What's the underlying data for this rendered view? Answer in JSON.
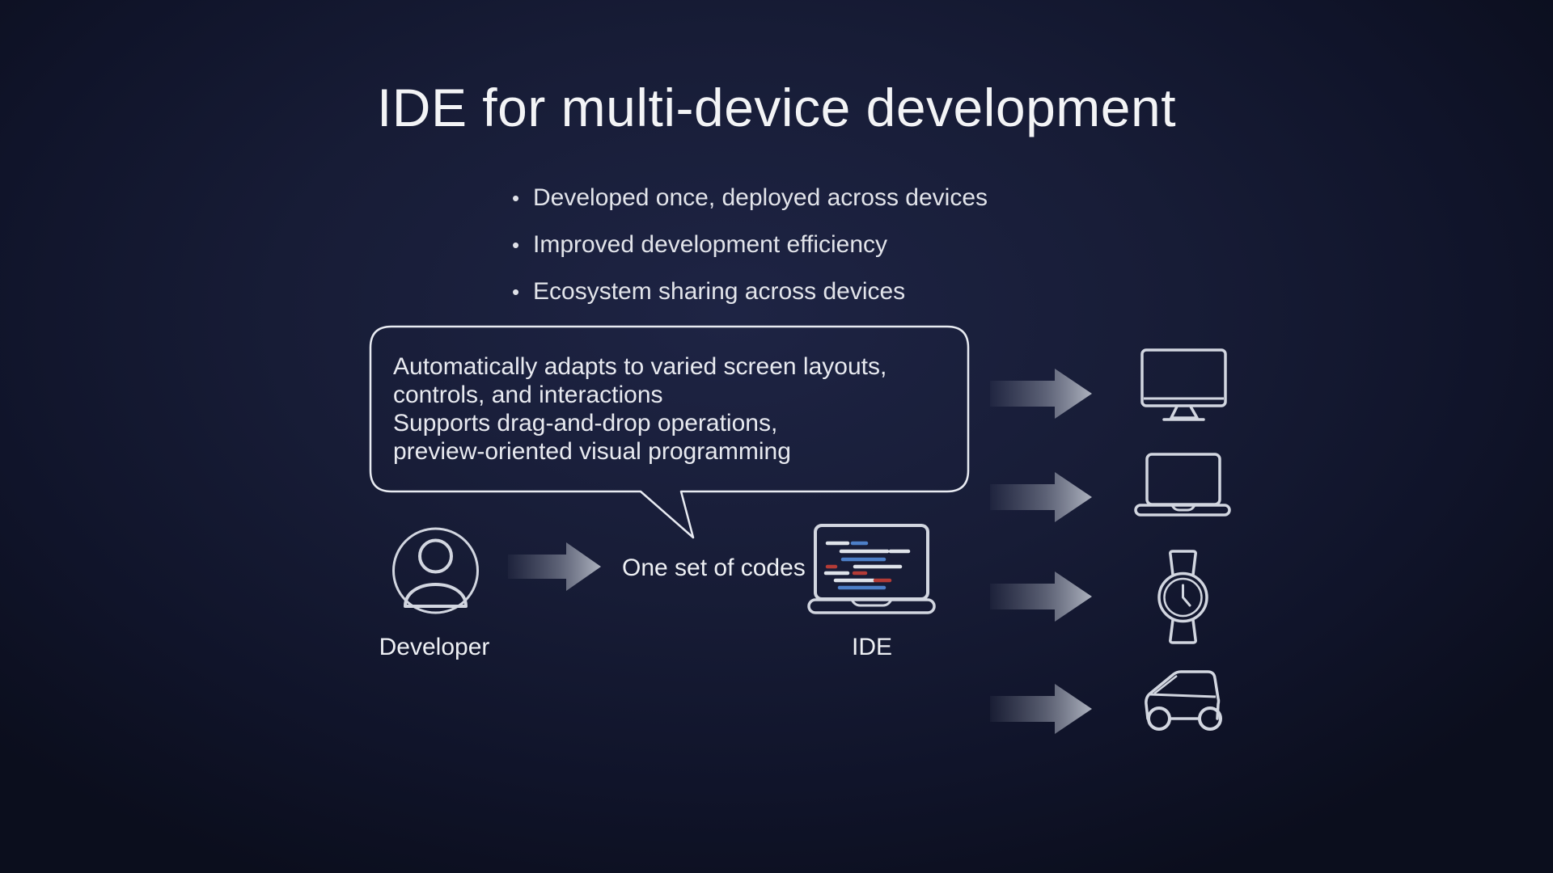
{
  "slide": {
    "title": "IDE for multi-device development",
    "bullets": [
      "Developed once, deployed across devices",
      "Improved development efficiency",
      "Ecosystem sharing across devices"
    ],
    "callout": {
      "lines": [
        "Automatically adapts to varied screen layouts,",
        "controls, and interactions",
        "Supports drag-and-drop operations,",
        "preview-oriented visual programming"
      ]
    },
    "flow": {
      "developer_label": "Developer",
      "code_label": "One set of codes",
      "ide_label": "IDE"
    },
    "devices": [
      "desktop-monitor",
      "laptop",
      "smartwatch",
      "car"
    ],
    "colors": {
      "background": "#141a32",
      "text": "#eceef3",
      "icon_stroke": "#d2d6e0",
      "bubble_stroke": "#e8ebf2",
      "arrow": "#aab0bc",
      "code_white": "#dfe3ea",
      "code_blue": "#4d7fc8",
      "code_red": "#b43b36"
    }
  }
}
